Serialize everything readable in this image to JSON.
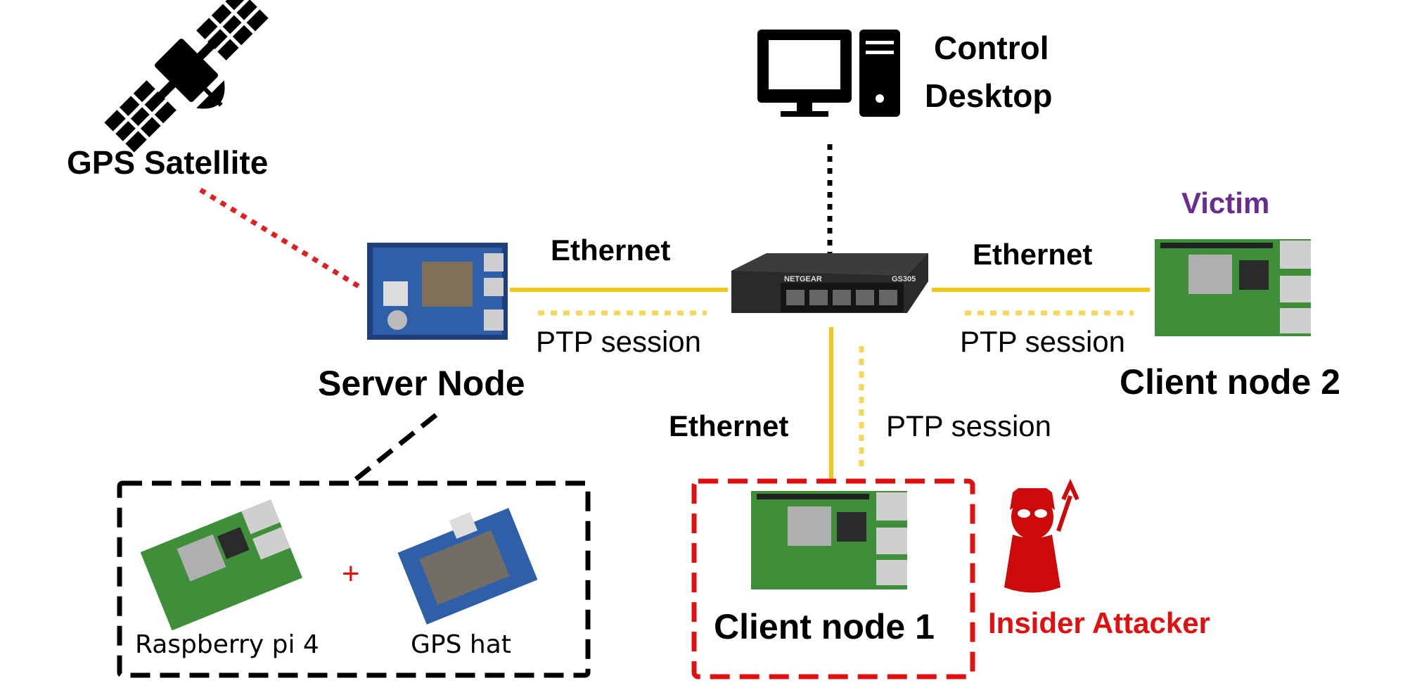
{
  "nodes": {
    "gps_satellite": "GPS Satellite",
    "control_desktop_line1": "Control",
    "control_desktop_line2": "Desktop",
    "server_node": "Server Node",
    "client_node_1": "Client node 1",
    "client_node_2": "Client node 2"
  },
  "roles": {
    "victim": "Victim",
    "insider_attacker": "Insider Attacker"
  },
  "links": {
    "ethernet_left": "Ethernet",
    "ptp_left": "PTP session",
    "ethernet_right": "Ethernet",
    "ptp_right": "PTP session",
    "ethernet_bottom": "Ethernet",
    "ptp_bottom": "PTP session"
  },
  "switch": {
    "brand": "NETGEAR",
    "model": "GS305"
  },
  "server_detail": {
    "rpi_label": "Raspberry pi 4",
    "plus": "+",
    "hat_label": "GPS hat"
  },
  "colors": {
    "ethernet_line": "#f5c518",
    "satellite_link": "#e02020",
    "attacker": "#e01010",
    "victim": "#6a2c91",
    "board_green": "#3f8f3a",
    "hat_blue": "#2f5fa8"
  }
}
